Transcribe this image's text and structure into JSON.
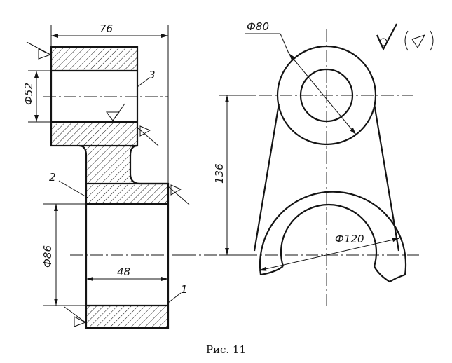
{
  "caption": "Рис. 11",
  "dimensions": {
    "overall_width": "76",
    "bore_small": "Ф52",
    "outer_diameter": "Ф80",
    "center_distance": "136",
    "bore_large": "Ф86",
    "width_lower": "48",
    "outer_large": "Ф120"
  },
  "leaders": {
    "part_1": "1",
    "part_2": "2",
    "part_3": "3"
  },
  "roughness": {
    "symbol": "√(√)"
  },
  "icons": [
    "roughness-mark-icon",
    "surface-finish-triangle-icon"
  ]
}
